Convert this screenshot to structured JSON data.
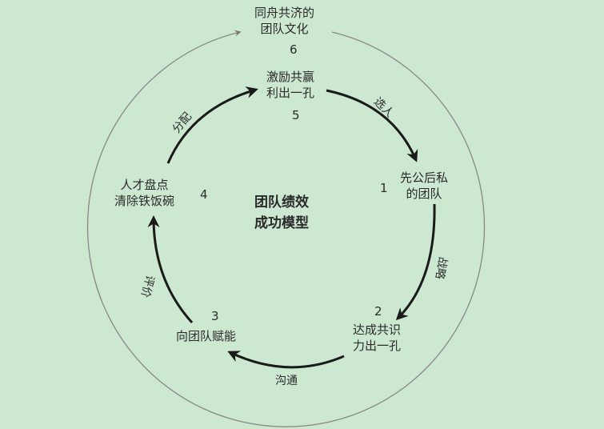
{
  "center": {
    "line1": "团队绩效",
    "line2": "成功模型"
  },
  "nodes": [
    {
      "number": "1",
      "line1": "先公后私",
      "line2": "的团队"
    },
    {
      "number": "2",
      "line1": "达成共识",
      "line2": "力出一孔"
    },
    {
      "number": "3",
      "line1": "向团队赋能"
    },
    {
      "number": "4",
      "line1": "人才盘点",
      "line2": "清除铁饭碗"
    },
    {
      "number": "5",
      "line1": "激励共赢",
      "line2": "利出一孔"
    },
    {
      "number": "6",
      "line1": "同舟共济的",
      "line2": "团队文化"
    }
  ],
  "edges": [
    "选人",
    "战略",
    "沟通",
    "评价",
    "分配"
  ],
  "colors": {
    "background": "#cde8d1",
    "arrow": "#1a1a1a",
    "outer_arrow": "#777777"
  }
}
